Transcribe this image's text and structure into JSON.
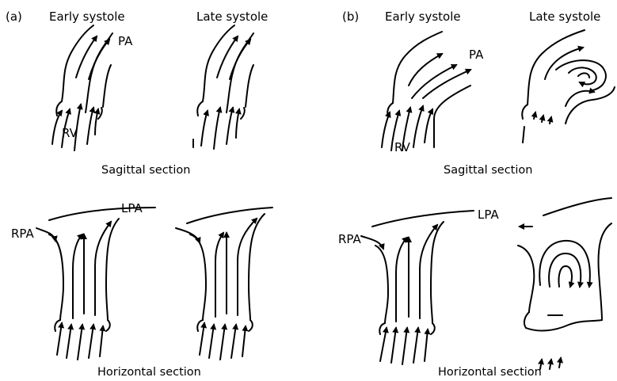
{
  "panel_a": {
    "tag": "(a)",
    "col_left": "Early systole",
    "col_right": "Late systole",
    "pa": "PA",
    "rv": "RV",
    "sagittal": "Sagittal section",
    "rpa": "RPA",
    "lpa": "LPA",
    "horizontal": "Horizontal section"
  },
  "panel_b": {
    "tag": "(b)",
    "col_left": "Early systole",
    "col_right": "Late systole",
    "pa": "PA",
    "rv": "RV",
    "sagittal": "Sagittal section",
    "rpa": "RPA",
    "lpa": "LPA",
    "horizontal": "Horizontal section"
  }
}
